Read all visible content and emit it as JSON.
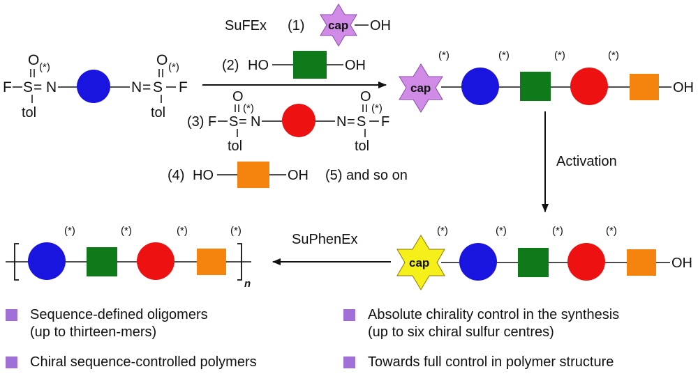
{
  "labels": {
    "sufex": "SuFEx",
    "step1": "(1)",
    "step2": "(2)",
    "step3": "(3)",
    "step4": "(4)",
    "step5": "(5) and so on",
    "activation": "Activation",
    "suphenex": "SuPhenEx",
    "cap": "cap",
    "oh": "OH",
    "ho": "HO",
    "f": "F",
    "s": "S",
    "o": "O",
    "n": "N",
    "tol": "tol",
    "star": "(*)",
    "eq": "=",
    "subscript_n": "n"
  },
  "bullets": [
    {
      "line1": "Sequence-defined oligomers",
      "line2": "(up to thirteen-mers)"
    },
    {
      "line1": "Absolute chirality control in the synthesis",
      "line2": "(up to six chiral sulfur centres)"
    },
    {
      "line1": "Chiral sequence-controlled polymers",
      "line2": ""
    },
    {
      "line1": "Towards full control in polymer structure",
      "line2": ""
    }
  ],
  "colors": {
    "blue": "#1a14e0",
    "green": "#0f7a1a",
    "red": "#ee1111",
    "orange": "#f5840e",
    "cap_purple": "#d08be6",
    "cap_yellow": "#f5ef1a",
    "bullet": "#a070d8"
  }
}
